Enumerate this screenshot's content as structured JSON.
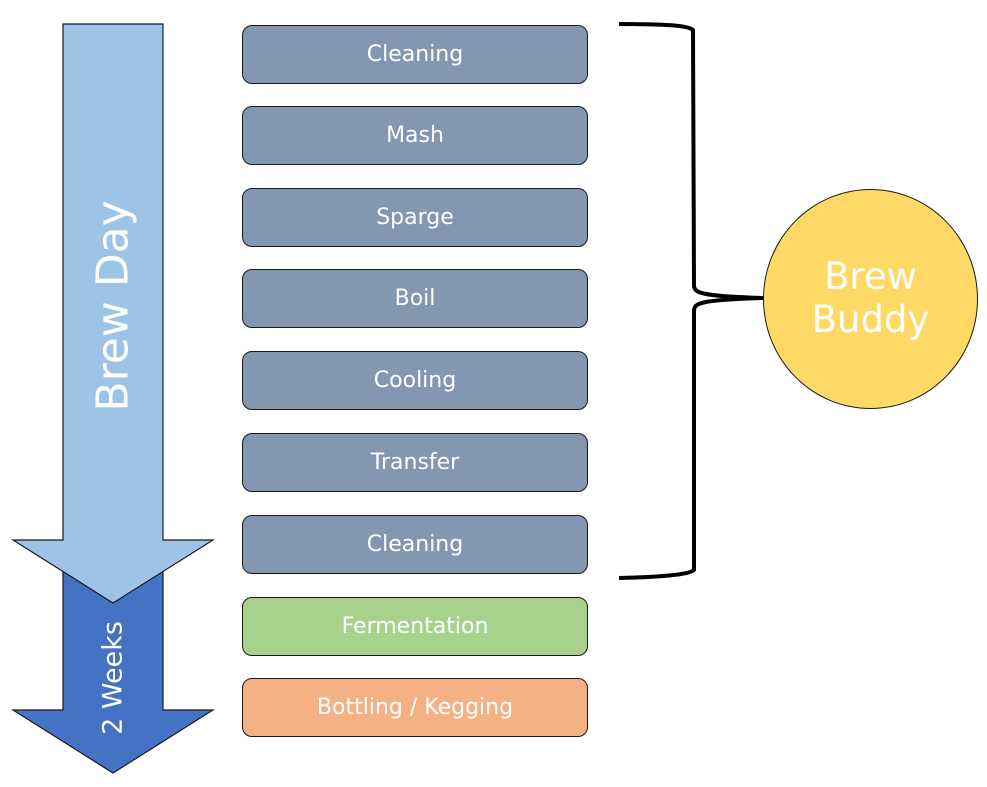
{
  "timeline": {
    "brew_day_arrow": {
      "label": "Brew Day",
      "color": "#9dc3e6"
    },
    "weeks_arrow": {
      "label": "2 Weeks",
      "color": "#4472c4"
    }
  },
  "steps": [
    {
      "label": "Cleaning",
      "color": "#8497b0",
      "group": "brew-day"
    },
    {
      "label": "Mash",
      "color": "#8497b0",
      "group": "brew-day"
    },
    {
      "label": "Sparge",
      "color": "#8497b0",
      "group": "brew-day"
    },
    {
      "label": "Boil",
      "color": "#8497b0",
      "group": "brew-day"
    },
    {
      "label": "Cooling",
      "color": "#8497b0",
      "group": "brew-day"
    },
    {
      "label": "Transfer",
      "color": "#8497b0",
      "group": "brew-day"
    },
    {
      "label": "Cleaning",
      "color": "#8497b0",
      "group": "brew-day"
    },
    {
      "label": "Fermentation",
      "color": "#a9d18e",
      "group": "weeks"
    },
    {
      "label": "Bottling / Kegging",
      "color": "#f4b183",
      "group": "weeks"
    }
  ],
  "brew_buddy": {
    "line1": "Brew",
    "line2": "Buddy",
    "color": "#ffd966",
    "covers_steps": "Cleaning through Cleaning (brew day)"
  }
}
